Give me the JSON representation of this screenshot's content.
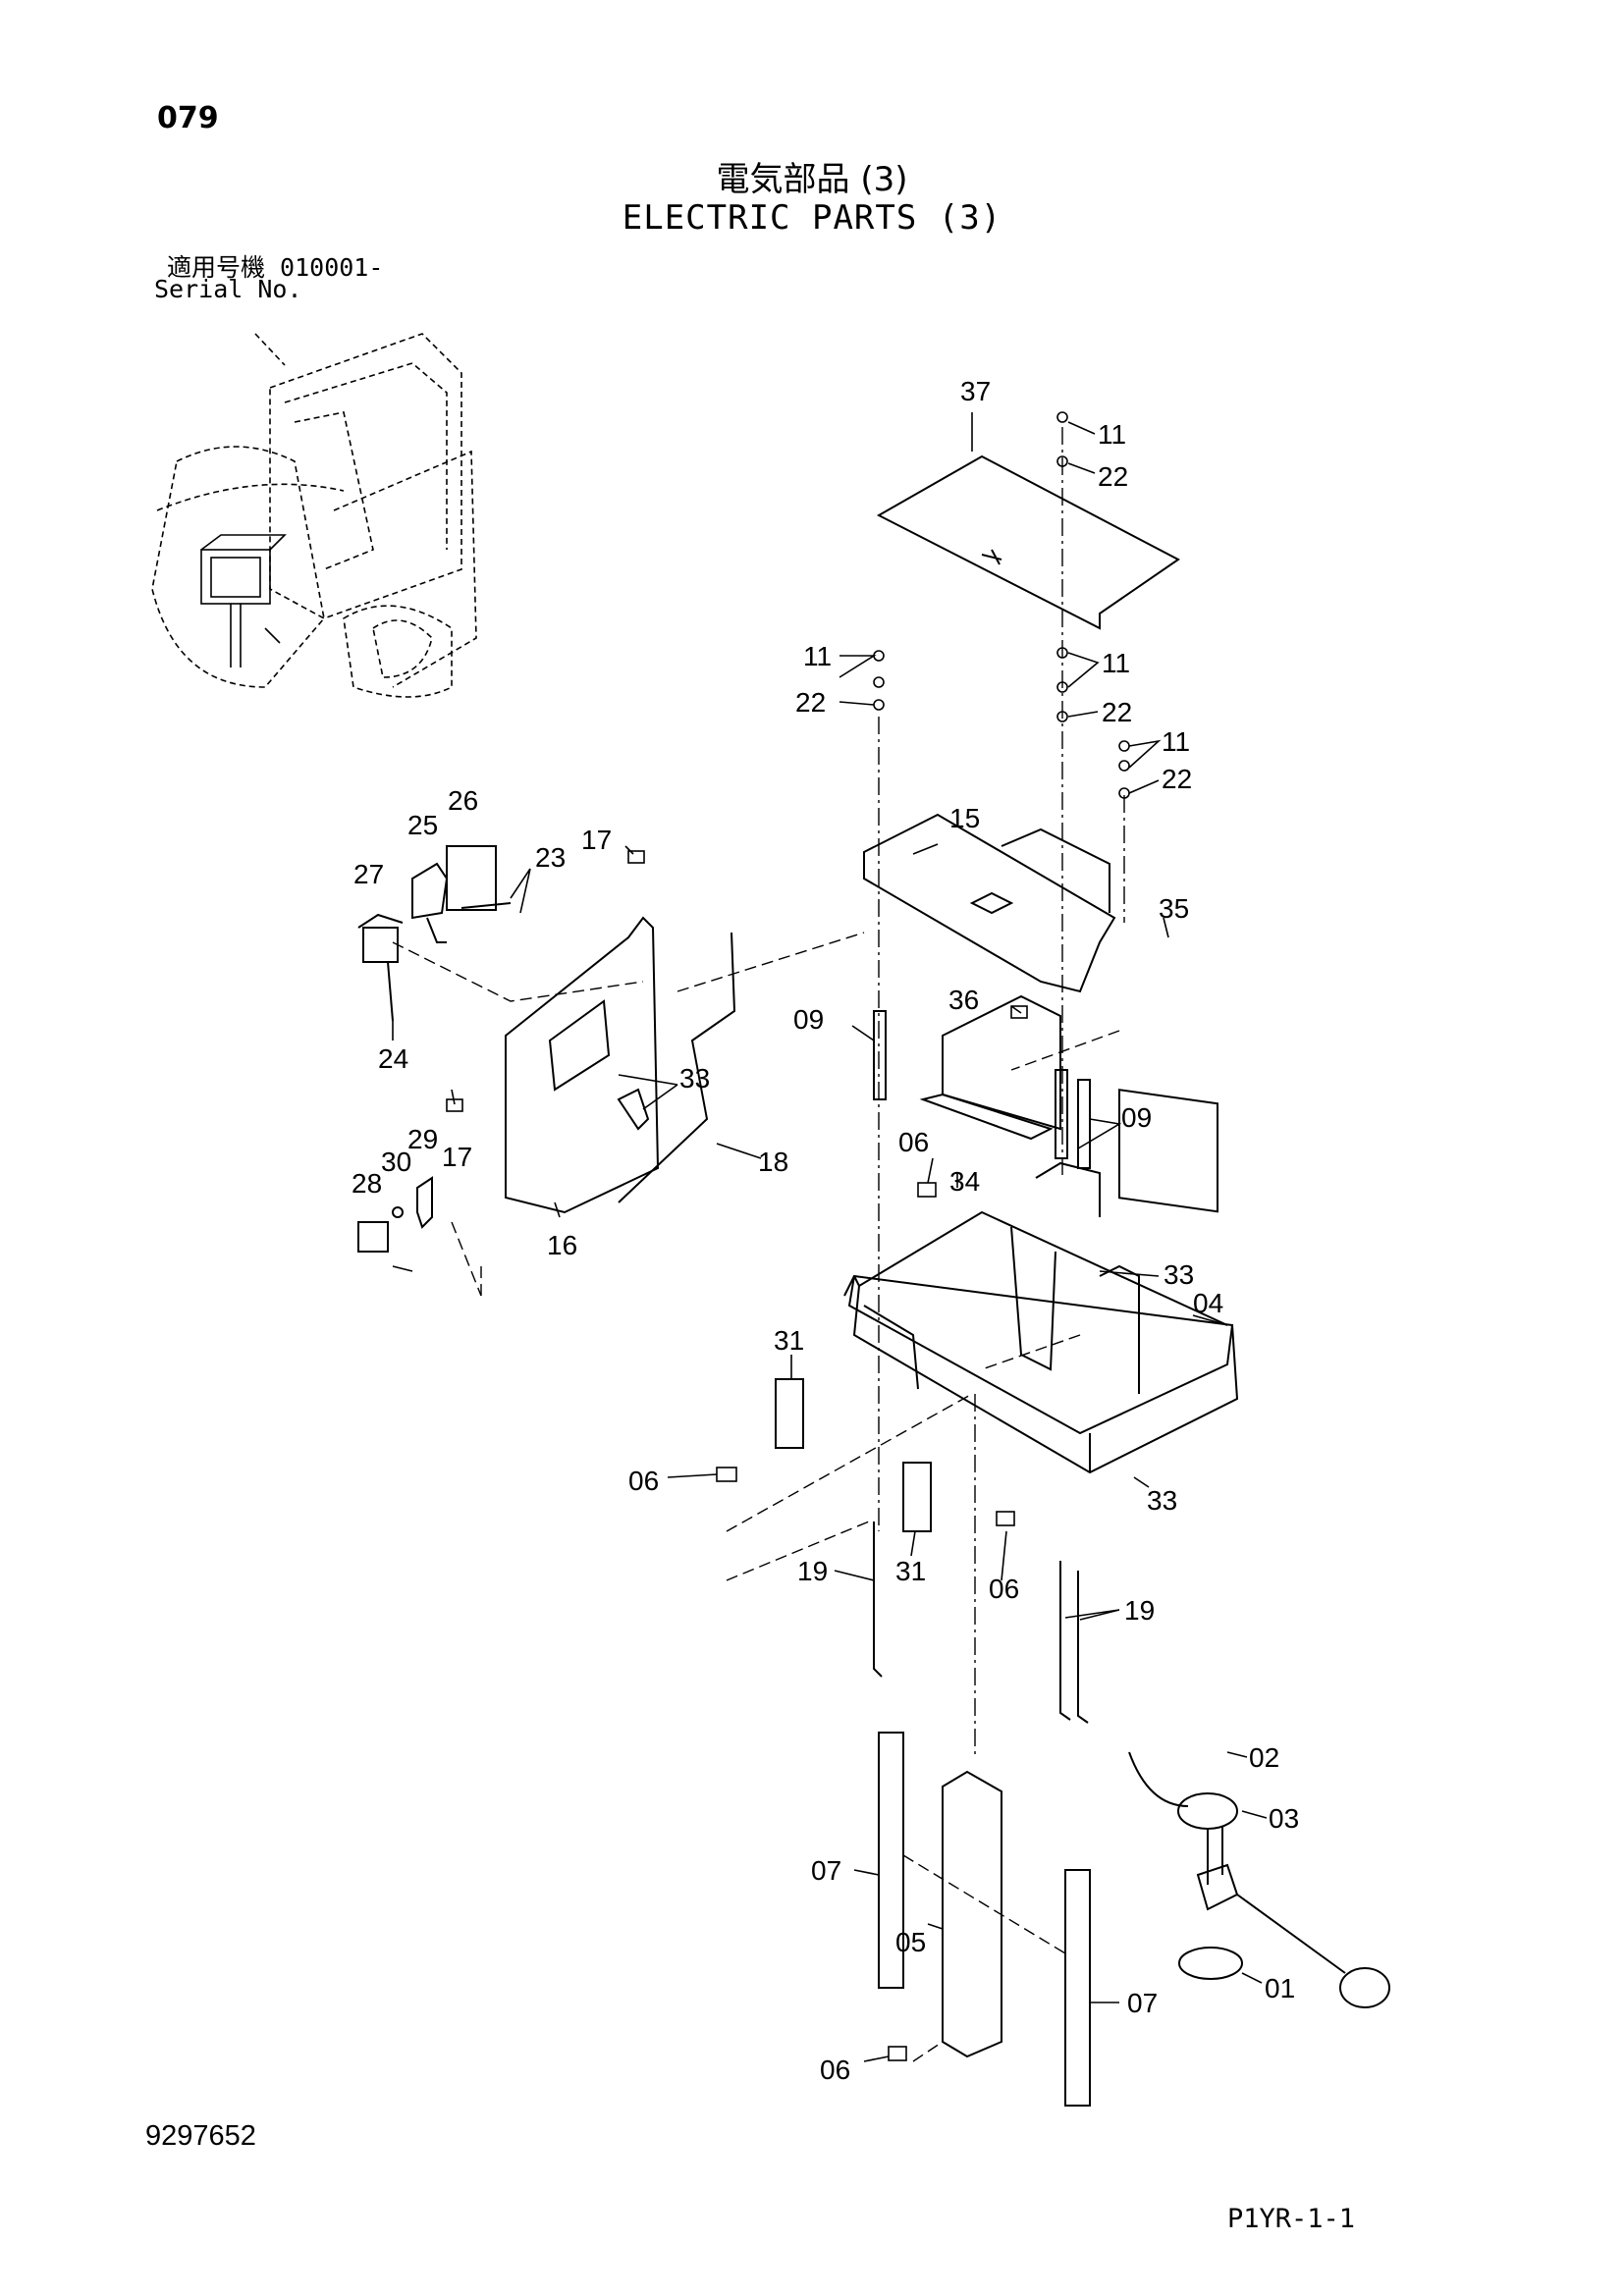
{
  "header": {
    "page_number": "079",
    "title_jp": "電気部品 (3)",
    "title_en": "ELECTRIC PARTS (3)",
    "serial_jp": "適用号機  010001-",
    "serial_en": "Serial No."
  },
  "footer": {
    "doc_number": "9297652",
    "page_code": "P1YR-1-1"
  },
  "callouts": {
    "c37": "37",
    "c11a": "11",
    "c22a": "22",
    "c11b": "11",
    "c22b": "22",
    "c11c": "11",
    "c22c": "22",
    "c11d": "11",
    "c22d": "22",
    "c26": "26",
    "c25": "25",
    "c23": "23",
    "c17a": "17",
    "c27": "27",
    "c24": "24",
    "c33a": "33",
    "c17b": "17",
    "c29": "29",
    "c30": "30",
    "c28": "28",
    "c18": "18",
    "c16": "16",
    "c15": "15",
    "c35": "35",
    "c36": "36",
    "c09a": "09",
    "c09b": "09",
    "c06a": "06",
    "c34": "34",
    "c33b": "33",
    "c04": "04",
    "c31a": "31",
    "c06b": "06",
    "c33c": "33",
    "c31b": "31",
    "c19a": "19",
    "c06c": "06",
    "c19b": "19",
    "c02": "02",
    "c03": "03",
    "c07a": "07",
    "c05": "05",
    "c01": "01",
    "c07b": "07",
    "c06d": "06"
  }
}
